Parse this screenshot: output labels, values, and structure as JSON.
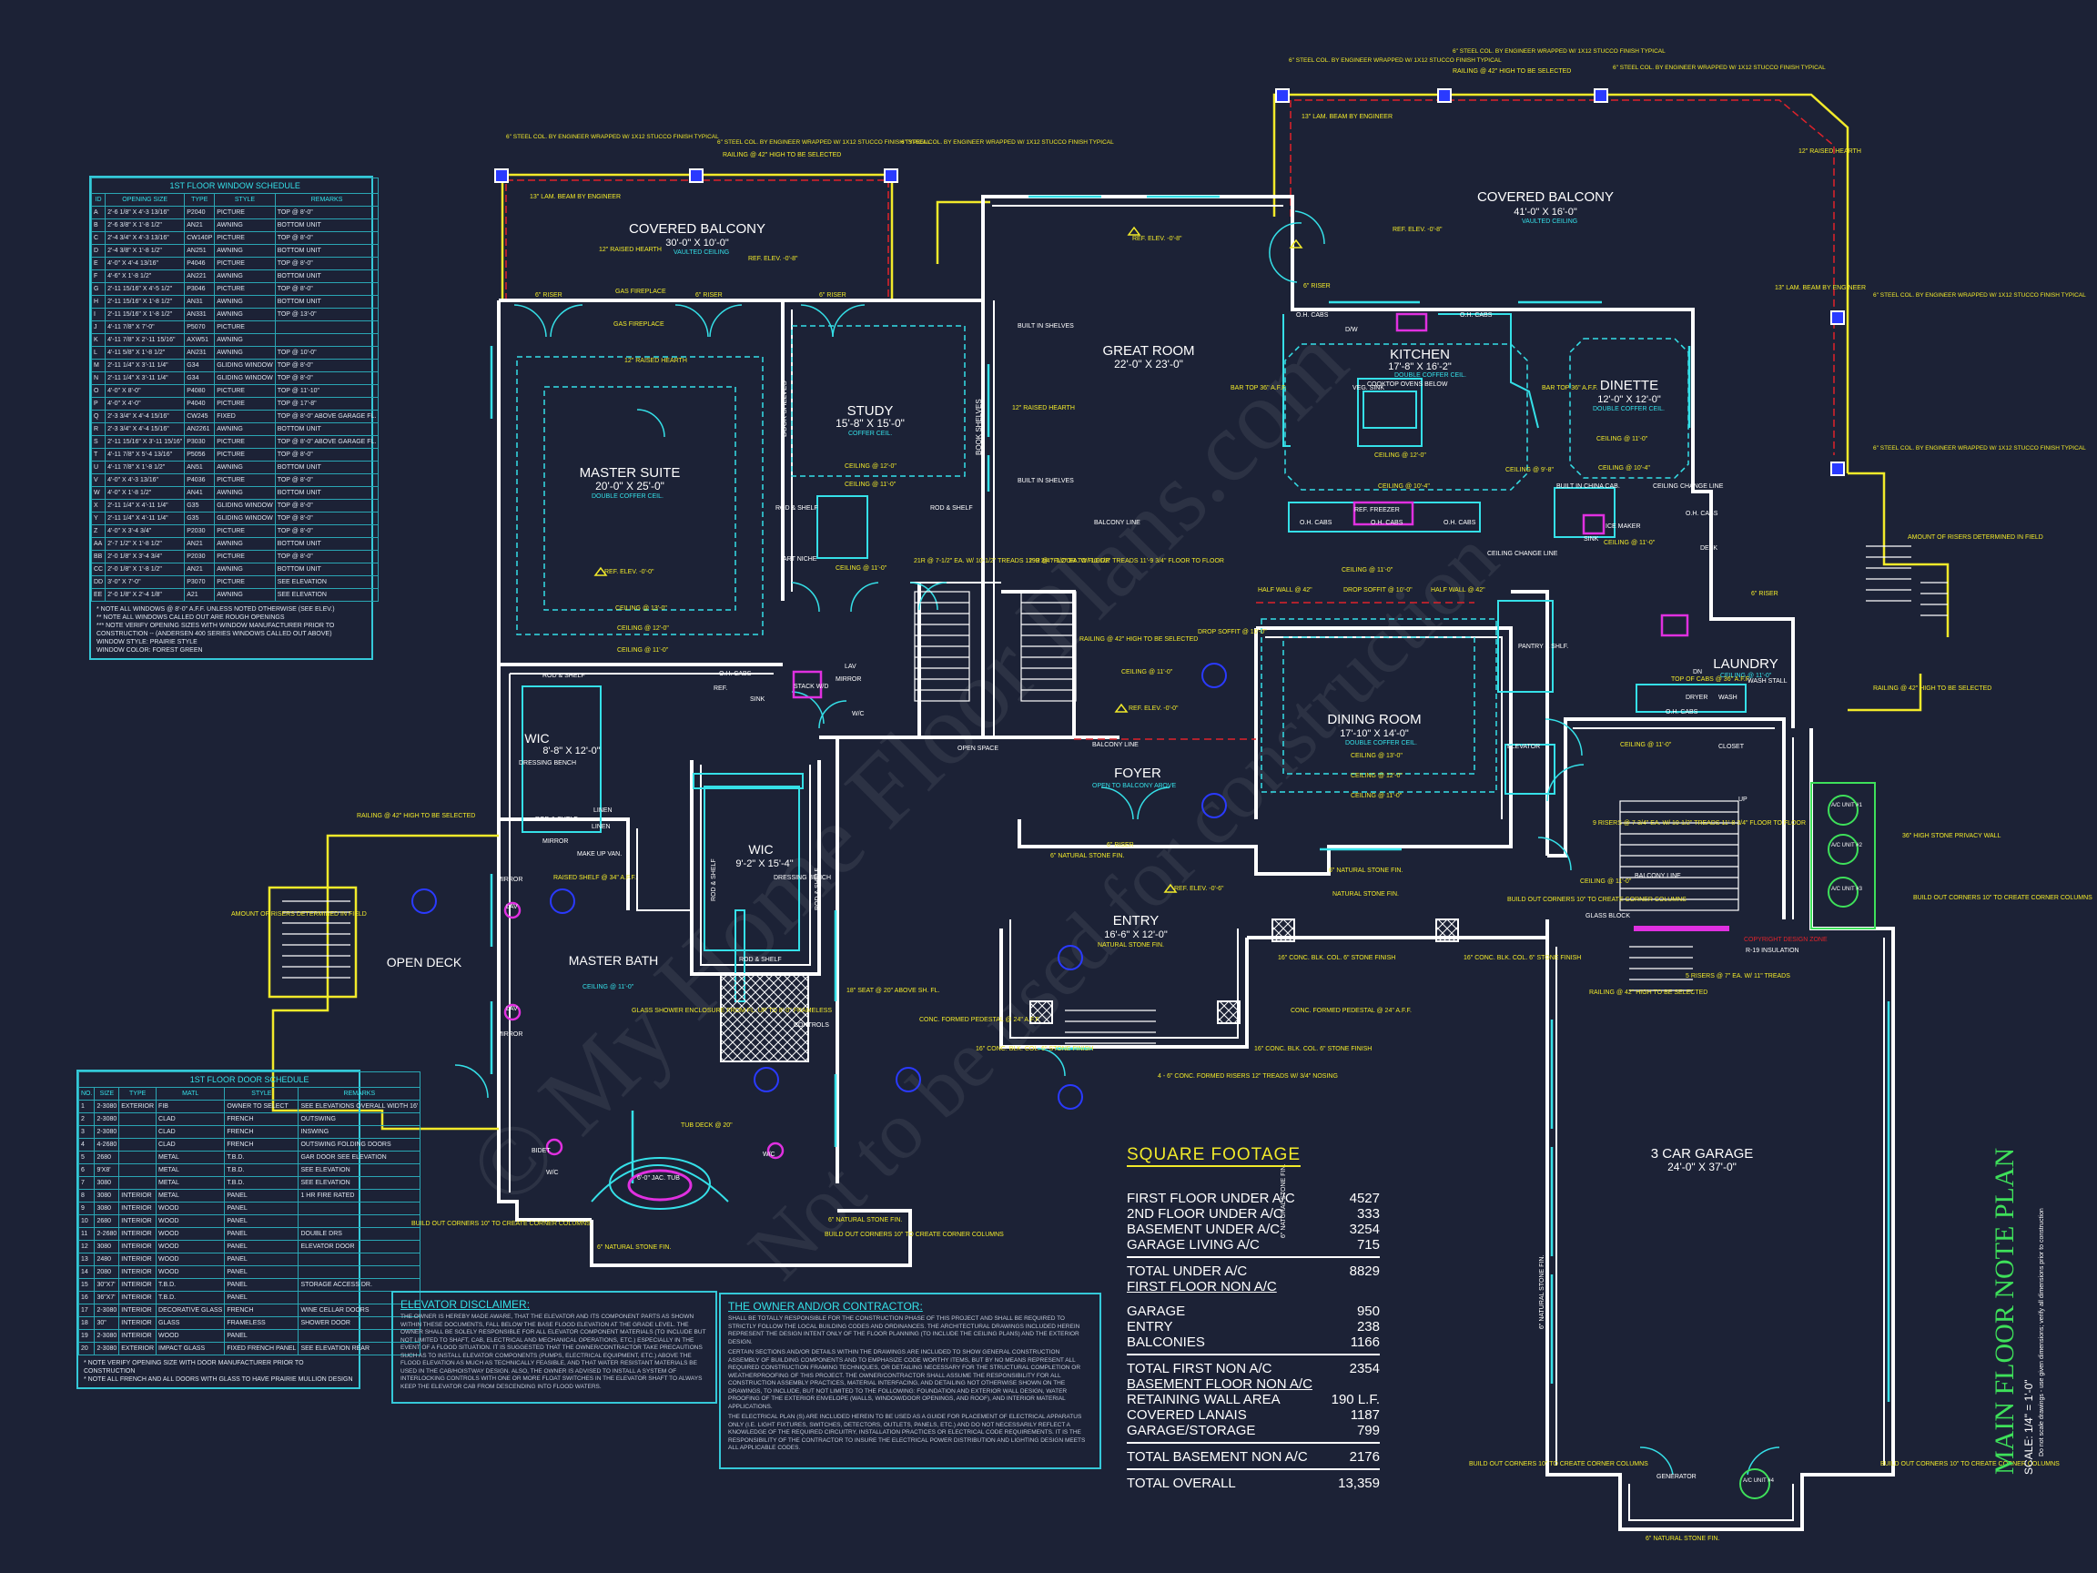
{
  "window_schedule": {
    "title": "1ST FLOOR WINDOW SCHEDULE",
    "headers": [
      "ID",
      "OPENING SIZE",
      "TYPE",
      "STYLE",
      "REMARKS"
    ],
    "rows": [
      [
        "A",
        "2'-6 1/8\" X 4'-3 13/16\"",
        "P2040",
        "PICTURE",
        "TOP @ 8'-0\""
      ],
      [
        "B",
        "2'-6 3/8\" X 1'-8 1/2\"",
        "AN21",
        "AWNING",
        "BOTTOM UNIT"
      ],
      [
        "C",
        "2'-4 3/4\" X 4'-3 13/16\"",
        "CW140P",
        "PICTURE",
        "TOP @ 8'-0\""
      ],
      [
        "D",
        "2'-4 3/8\" X 1'-8 1/2\"",
        "AN251",
        "AWNING",
        "BOTTOM UNIT"
      ],
      [
        "E",
        "4'-0\" X 4'-4 13/16\"",
        "P4046",
        "PICTURE",
        "TOP @ 8'-0\""
      ],
      [
        "F",
        "4'-6\" X 1'-8 1/2\"",
        "AN221",
        "AWNING",
        "BOTTOM UNIT"
      ],
      [
        "G",
        "2'-11 15/16\" X 4'-5 1/2\"",
        "P3046",
        "PICTURE",
        "TOP @ 8'-0\""
      ],
      [
        "H",
        "2'-11 15/16\" X 1'-8 1/2\"",
        "AN31",
        "AWNING",
        "BOTTOM UNIT"
      ],
      [
        "I",
        "2'-11 15/16\" X 1'-8 1/2\"",
        "AN331",
        "AWNING",
        "TOP @ 13'-0\""
      ],
      [
        "J",
        "4'-11 7/8\" X 7'-0\"",
        "P5070",
        "PICTURE",
        ""
      ],
      [
        "K",
        "4'-11 7/8\" X 2'-11 15/16\"",
        "AXW51",
        "AWNING",
        ""
      ],
      [
        "L",
        "4'-11 5/8\" X 1'-8 1/2\"",
        "AN231",
        "AWNING",
        "TOP @ 10'-0\""
      ],
      [
        "M",
        "2'-11 1/4\" X 3'-11 1/4\"",
        "G34",
        "GLIDING WINDOW",
        "TOP @ 8'-0\""
      ],
      [
        "N",
        "2'-11 1/4\" X 3'-11 1/4\"",
        "G34",
        "GLIDING WINDOW",
        "TOP @ 8'-0\""
      ],
      [
        "O",
        "4'-0\" X 8'-0\"",
        "P4080",
        "PICTURE",
        "TOP @ 11'-10\""
      ],
      [
        "P",
        "4'-0\" X 4'-0\"",
        "P4040",
        "PICTURE",
        "TOP @ 17'-8\""
      ],
      [
        "Q",
        "2'-3 3/4\" X 4'-4 15/16\"",
        "CW245",
        "FIXED",
        "TOP @ 8'-0\" ABOVE GARAGE FL."
      ],
      [
        "R",
        "2'-3 3/4\" X 4'-4 15/16\"",
        "AN2261",
        "AWNING",
        "BOTTOM UNIT"
      ],
      [
        "S",
        "2'-11 15/16\" X 3'-11 15/16\"",
        "P3030",
        "PICTURE",
        "TOP @ 8'-0\" ABOVE GARAGE FL."
      ],
      [
        "T",
        "4'-11 7/8\" X 5'-4 13/16\"",
        "P5056",
        "PICTURE",
        "TOP @ 8'-0\""
      ],
      [
        "U",
        "4'-11 7/8\" X 1'-8 1/2\"",
        "AN51",
        "AWNING",
        "BOTTOM UNIT"
      ],
      [
        "V",
        "4'-0\" X 4'-3 13/16\"",
        "P4036",
        "PICTURE",
        "TOP @ 8'-0\""
      ],
      [
        "W",
        "4'-0\" X 1'-8 1/2\"",
        "AN41",
        "AWNING",
        "BOTTOM UNIT"
      ],
      [
        "X",
        "2'-11 1/4\" X 4'-11 1/4\"",
        "G35",
        "GLIDING WINDOW",
        "TOP @ 8'-0\""
      ],
      [
        "Y",
        "2'-11 1/4\" X 4'-11 1/4\"",
        "G35",
        "GLIDING WINDOW",
        "TOP @ 8'-0\""
      ],
      [
        "Z",
        "4'-0\" X 3'-4 3/4\"",
        "P2030",
        "PICTURE",
        "TOP @ 8'-0\""
      ],
      [
        "AA",
        "2'-7 1/2\" X 1'-8 1/2\"",
        "AN21",
        "AWNING",
        "BOTTOM UNIT"
      ],
      [
        "BB",
        "2'-0 1/8\" X 3'-4 3/4\"",
        "P2030",
        "PICTURE",
        "TOP @ 8'-0\""
      ],
      [
        "CC",
        "2'-0 1/8\" X 1'-8 1/2\"",
        "AN21",
        "AWNING",
        "BOTTOM UNIT"
      ],
      [
        "DD",
        "3'-0\" X 7'-0\"",
        "P3070",
        "PICTURE",
        "SEE ELEVATION"
      ],
      [
        "EE",
        "2'-0 1/8\" X 2'-4 1/8\"",
        "A21",
        "AWNING",
        "SEE ELEVATION"
      ]
    ],
    "notes": [
      "* NOTE ALL WINDOWS @ 8'-0\" A.F.F. UNLESS NOTED OTHERWISE (SEE ELEV.)",
      "** NOTE ALL WINDOWS CALLED OUT ARE ROUGH OPENINGS",
      "*** NOTE VERIFY OPENING SIZES WITH WINDOW MANUFACTURER PRIOR TO CONSTRUCTION -- (ANDERSEN 400 SERIES WINDOWS CALLED OUT ABOVE)",
      "WINDOW STYLE: PRAIRIE STYLE",
      "WINDOW COLOR: FOREST GREEN"
    ]
  },
  "door_schedule": {
    "title": "1ST FLOOR DOOR SCHEDULE",
    "headers": [
      "NO.",
      "SIZE",
      "TYPE",
      "MATL",
      "STYLE",
      "REMARKS"
    ],
    "rows": [
      [
        "1",
        "2-3080",
        "EXTERIOR",
        "FIB",
        "OWNER TO SELECT",
        "SEE ELEVATIONS OVERALL WIDTH 16'"
      ],
      [
        "2",
        "2-3080",
        "",
        "CLAD",
        "FRENCH",
        "OUTSWING"
      ],
      [
        "3",
        "2-3080",
        "",
        "CLAD",
        "FRENCH",
        "INSWING"
      ],
      [
        "4",
        "4-2680",
        "",
        "CLAD",
        "FRENCH",
        "OUTSWING FOLDING DOORS"
      ],
      [
        "5",
        "2680",
        "",
        "METAL",
        "T.B.D.",
        "GAR DOOR SEE ELEVATION"
      ],
      [
        "6",
        "9'X8'",
        "",
        "METAL",
        "T.B.D.",
        "SEE ELEVATION"
      ],
      [
        "7",
        "3080",
        "",
        "METAL",
        "T.B.D.",
        "SEE ELEVATION"
      ],
      [
        "8",
        "3080",
        "INTERIOR",
        "METAL",
        "PANEL",
        "1 HR FIRE RATED"
      ],
      [
        "9",
        "3080",
        "INTERIOR",
        "WOOD",
        "PANEL",
        ""
      ],
      [
        "10",
        "2680",
        "INTERIOR",
        "WOOD",
        "PANEL",
        ""
      ],
      [
        "11",
        "2-2680",
        "INTERIOR",
        "WOOD",
        "PANEL",
        "DOUBLE DRS"
      ],
      [
        "12",
        "3080",
        "INTERIOR",
        "WOOD",
        "PANEL",
        "ELEVATOR DOOR"
      ],
      [
        "13",
        "2480",
        "INTERIOR",
        "WOOD",
        "PANEL",
        ""
      ],
      [
        "14",
        "2080",
        "INTERIOR",
        "WOOD",
        "PANEL",
        ""
      ],
      [
        "15",
        "30\"X7'",
        "INTERIOR",
        "T.B.D.",
        "PANEL",
        "STORAGE ACCESS DR."
      ],
      [
        "16",
        "36\"X7'",
        "INTERIOR",
        "T.B.D.",
        "PANEL",
        ""
      ],
      [
        "17",
        "2-3080",
        "INTERIOR",
        "DECORATIVE GLASS",
        "FRENCH",
        "WINE CELLAR DOORS"
      ],
      [
        "18",
        "30\"",
        "INTERIOR",
        "GLASS",
        "FRAMELESS",
        "SHOWER DOOR"
      ],
      [
        "19",
        "2-3080",
        "INTERIOR",
        "WOOD",
        "PANEL",
        ""
      ],
      [
        "20",
        "2-3080",
        "EXTERIOR",
        "IMPACT GLASS",
        "FIXED FRENCH PANEL",
        "SEE ELEVATION REAR"
      ]
    ],
    "notes": [
      "* NOTE VERIFY OPENING SIZE WITH DOOR MANUFACTURER PRIOR TO CONSTRUCTION",
      "* NOTE ALL FRENCH AND ALL DOORS WITH GLASS TO HAVE PRAIRIE MULLION DESIGN"
    ]
  },
  "elevator_disclaimer": {
    "title": "ELEVATOR DISCLAIMER:",
    "body": "THE OWNER IS HEREBY MADE AWARE, THAT THE ELEVATOR AND ITS COMPONENT PARTS AS SHOWN WITHIN THESE DOCUMENTS, FALL BELOW THE BASE FLOOD ELEVATION AT THE GRADE LEVEL. THE OWNER SHALL BE SOLELY RESPONSIBLE FOR ALL ELEVATOR COMPONENT MATERIALS (TO INCLUDE BUT NOT LIMITED TO SHAFT, CAB, ELECTRICAL AND MECHANICAL OPERATIONS, ETC.) ESPECIALLY IN THE EVENT OF A FLOOD SITUATION. IT IS SUGGESTED THAT THE OWNER/CONTRACTOR TAKE PRECAUTIONS SUCH AS TO INSTALL ELEVATOR COMPONENTS (PUMPS, ELECTRICAL EQUIPMENT, ETC.) ABOVE THE FLOOD ELEVATION AS MUCH AS TECHNICALLY FEASIBLE, AND THAT WATER RESISTANT MATERIALS BE USED IN THE CAB/HOISTWAY DESIGN. ALSO, THE OWNER IS ADVISED TO INSTALL A SYSTEM OF INTERLOCKING CONTROLS WITH ONE OR MORE FLOAT SWITCHES IN THE ELEVATOR SHAFT TO ALWAYS KEEP THE ELEVATOR CAB FROM DESCENDING INTO FLOOD WATERS."
  },
  "owner_contractor": {
    "title": "THE OWNER AND/OR CONTRACTOR:",
    "body1": "SHALL BE TOTALLY RESPONSIBLE FOR THE CONSTRUCTION PHASE OF THIS PROJECT AND SHALL BE REQUIRED TO STRICTLY FOLLOW THE LOCAL BUILDING CODES AND ORDINANCES. THE ARCHITECTURAL DRAWINGS INCLUDED HEREIN REPRESENT THE DESIGN INTENT ONLY OF THE FLOOR PLANNING (TO INCLUDE THE CEILING PLANS) AND THE EXTERIOR DESIGN.",
    "body2": "CERTAIN SECTIONS AND/OR DETAILS WITHIN THE DRAWINGS ARE INCLUDED TO SHOW GENERAL CONSTRUCTION ASSEMBLY OF BUILDING COMPONENTS AND TO EMPHASIZE CODE WORTHY ITEMS, BUT BY NO MEANS REPRESENT ALL REQUIRED CONSTRUCTION FRAMING TECHNIQUES, OR DETAILING NECESSARY FOR THE STRUCTURAL COMPLETION OR WEATHERPROOFING OF THIS PROJECT. THE OWNER/CONTRACTOR SHALL ASSUME THE RESPONSIBILITY FOR ALL CONSTRUCTION ASSEMBLY PRACTICES, MATERIAL INTERFACING, AND DETAILING NOT OTHERWISE SHOWN ON THE DRAWINGS, TO INCLUDE, BUT NOT LIMITED TO THE FOLLOWING: FOUNDATION AND EXTERIOR WALL DESIGN, WATER PROOFING OF THE EXTERIOR ENVELOPE (WALLS, WINDOW/DOOR OPENINGS, AND ROOF), AND INTERIOR MATERIAL APPLICATIONS.",
    "body3": "THE ELECTRICAL PLAN (S) ARE INCLUDED HEREIN TO BE USED AS A GUIDE FOR PLACEMENT OF ELECTRICAL APPARATUS ONLY (I.E. LIGHT FIXTURES, SWITCHES, DETECTORS, OUTLETS, PANELS, ETC.) AND DO NOT NECESSARILY REFLECT A KNOWLEDGE OF THE REQUIRED CIRCUITRY, INSTALLATION PRACTICES OR ELECTRICAL CODE REQUIREMENTS. IT IS THE RESPONSIBILITY OF THE CONTRACTOR TO INSURE THE ELECTRICAL POWER DISTRIBUTION AND LIGHTING DESIGN MEETS ALL APPLICABLE CODES."
  },
  "square_footage": {
    "title": "SQUARE FOOTAGE",
    "group1": [
      {
        "label": "FIRST FLOOR UNDER A/C",
        "value": "4527"
      },
      {
        "label": "2ND FLOOR UNDER A/C",
        "value": "333"
      },
      {
        "label": "BASEMENT UNDER A/C",
        "value": "3254"
      },
      {
        "label": "GARAGE LIVING A/C",
        "value": "715"
      }
    ],
    "total_under": {
      "label": "TOTAL UNDER A/C",
      "value": "8829"
    },
    "first_non_heading": "FIRST FLOOR NON A/C",
    "group2": [
      {
        "label": "GARAGE",
        "value": "950"
      },
      {
        "label": "ENTRY",
        "value": "238"
      },
      {
        "label": "BALCONIES",
        "value": "1166"
      }
    ],
    "total_first_non": {
      "label": "TOTAL FIRST NON A/C",
      "value": "2354"
    },
    "basement_non_heading": "BASEMENT FLOOR NON A/C",
    "group3": [
      {
        "label": "RETAINING WALL AREA",
        "value": "190 L.F."
      },
      {
        "label": "COVERED LANAIS",
        "value": "1187"
      },
      {
        "label": "GARAGE/STORAGE",
        "value": "799"
      }
    ],
    "total_basement_non": {
      "label": "TOTAL BASEMENT NON A/C",
      "value": "2176"
    },
    "total_overall": {
      "label": "TOTAL OVERALL",
      "value": "13,359"
    }
  },
  "plan_title": {
    "title": "MAIN FLOOR NOTE PLAN",
    "scale": "SCALE: 1/4\" = 1'-0\"",
    "disclaimer": "Do not scale drawings - use given dimensions; verify all dimensions prior to construction"
  },
  "rooms": {
    "covered_balcony_left": {
      "name": "COVERED BALCONY",
      "dim": "30'-0\" X 10'-0\"",
      "note": "VAULTED CEILING"
    },
    "covered_balcony_right": {
      "name": "COVERED BALCONY",
      "dim": "41'-0\" X 16'-0\"",
      "note": "VAULTED CEILING"
    },
    "great_room": {
      "name": "GREAT ROOM",
      "dim": "22'-0\" X 23'-0\""
    },
    "kitchen": {
      "name": "KITCHEN",
      "dim": "17'-8\" X 16'-2\"",
      "note": "DOUBLE COFFER CEIL."
    },
    "dinette": {
      "name": "DINETTE",
      "dim": "12'-0\" X 12'-0\"",
      "note": "DOUBLE COFFER CEIL."
    },
    "study": {
      "name": "STUDY",
      "dim": "15'-8\" X 15'-0\"",
      "note": "COFFER CEIL."
    },
    "master_suite": {
      "name": "MASTER SUITE",
      "dim": "20'-0\" X 25'-0\"",
      "note": "DOUBLE COFFER CEIL."
    },
    "wic_left": {
      "name": "WIC",
      "dim": "8'-8\" X 12'-0\""
    },
    "wic_center": {
      "name": "WIC",
      "dim": "9'-2\" X 15'-4\""
    },
    "master_bath": {
      "name": "MASTER BATH",
      "note": "CEILING @ 11'-0\""
    },
    "open_deck": {
      "name": "OPEN DECK"
    },
    "foyer": {
      "name": "FOYER",
      "note": "OPEN TO BALCONY ABOVE"
    },
    "dining_room": {
      "name": "DINING ROOM",
      "dim": "17'-10\" X 14'-0\"",
      "note": "DOUBLE COFFER CEIL."
    },
    "entry": {
      "name": "ENTRY",
      "dim": "16'-6\" X 12'-0\"",
      "note": "NATURAL STONE FIN."
    },
    "laundry": {
      "name": "LAUNDRY",
      "note": "CEILING @ 11'-0\""
    },
    "garage": {
      "name": "3 CAR GARAGE",
      "dim": "24'-0\" X 37'-0\""
    },
    "elevator": {
      "name": "ELEVATOR"
    },
    "pantry": {
      "name": "PANTRY & SHLF."
    },
    "closet": {
      "name": "CLOSET"
    },
    "desk": {
      "name": "DESK"
    },
    "generator": {
      "name": "GENERATOR"
    }
  },
  "callouts": {
    "steel_col": "6\" STEEL COL. BY ENGINEER WRAPPED W/ 1X12 STUCCO FINISH TYPICAL",
    "lam_beam": "13\" LAM. BEAM BY ENGINEER",
    "railing": "RAILING @ 42\" HIGH TO BE SELECTED",
    "ref_elev_8": "REF. ELEV. -0'-8\"",
    "ref_elev_0": "REF. ELEV. -0'-0\"",
    "ref_elev_6": "REF. ELEV. -0'-6\"",
    "ceiling_11": "CEILING @ 11'-0\"",
    "ceiling_12": "CEILING @ 12'-0\"",
    "ceiling_13": "CEILING @ 13'-0\"",
    "ceiling_10_4": "CEILING @ 10'-4\"",
    "ceiling_9_8": "CEILING @ 9'-8\"",
    "riser_6": "6\" RISER",
    "balcony_line": "BALCONY LINE",
    "ceiling_change": "CEILING CHANGE LINE",
    "natural_stone": "6\" NATURAL STONE FIN.",
    "natural_stone_fin": "NATURAL STONE FIN.",
    "build_out": "BUILD OUT CORNERS 10\" TO CREATE CORNER COLUMNS",
    "amount_risers": "AMOUNT OF RISERS DETERMINED IN FIELD",
    "book_shelves": "BOOK SHELVES",
    "built_in_shelves": "BUILT IN SHELVES",
    "gas_fireplace": "GAS FIREPLACE",
    "raised_hearth": "12\" RAISED HEARTH",
    "rod_shelf": "ROD & SHELF",
    "oh_cabs": "O.H. CABS",
    "ref": "REF.",
    "sink": "SINK",
    "stack": "STACK W/D",
    "dw": "D/W",
    "cooktop": "COOKTOP OVENS BELOW",
    "veg_sink": "VEG. SINK",
    "bar_top": "BAR TOP 36\" A.F.F.",
    "ref_freezer": "REF. FREEZER",
    "china_cab": "BUILT IN CHINA CAB.",
    "ice_maker": "ICE MAKER",
    "half_wall": "HALF WALL @ 42\"",
    "drop_soffit": "DROP SOFFIT @ 10'-0\"",
    "stair_up": "21R @ 7-1/2\" EA. W/ 10-1/2\" TREADS 12'-9 3/4\" FLOOR TO FLOOR",
    "stair_down": "19R @ 7-1/2\" EA. W/ 10-1/2\" TREADS 11'-9 3/4\" FLOOR TO FLOOR",
    "open_space": "OPEN SPACE",
    "conc_col": "16\" CONC. BLK. COL. 6\" STONE FINISH",
    "conc_pedestal": "CONC. FORMED PEDESTAL @ 24\" A.F.F.",
    "conc_risers": "4 - 6\" CONC. FORMED RISERS 12\" TREADS W/ 3/4\" NOSING",
    "tub": "6'-0\" JAC. TUB",
    "tub_deck": "TUB DECK @ 20\"",
    "glass_shower": "GLASS SHOWER ENCLOSURE FROM FL. UP TO 8'-0\" FRAMELESS",
    "seat": "18\" SEAT @ 20\" ABOVE SH. FL.",
    "controls": "CONTROLS",
    "bidet": "BIDET",
    "wc": "W/C",
    "lav": "LAV",
    "mirror": "MIRROR",
    "makeup": "MAKE UP VAN.",
    "raised_bench": "RAISED SHELF @ 34\" A.F.F.",
    "bench": "DRESSING BENCH",
    "linen": "LINEN",
    "art_niche": "ART NICHE",
    "glass_block": "GLASS BLOCK",
    "stone_wall": "36\" HIGH STONE PRIVACY WALL",
    "ac_unit_1": "A/C UNIT #1",
    "ac_unit_2": "A/C UNIT #2",
    "ac_unit_3": "A/C UNIT #3",
    "ac_unit_4": "A/C UNIT #4",
    "insulation": "R-19 INSULATION",
    "dryer": "DRYER",
    "wash": "WASH",
    "wash_sink": "WASH STALL",
    "top_cabs": "TOP OF CABS @ 36\" A.F.F.",
    "stair_garage": "5 RISERS @ 7\" EA. W/ 11\" TREADS",
    "stair_garage2": "9 RISERS @ 7-3/4\" EA. W/ 10-1/2\" TREADS 11'-8 3/4\" FLOOR TO FLOOR",
    "copyright": "COPYRIGHT DESIGN ZONE",
    "up": "UP",
    "dn": "DN",
    "linen_closet": "LINEN"
  },
  "watermark": {
    "line1": "© My Home Floor Plans.com",
    "line2": "Not to be used for construction"
  },
  "colors": {
    "background": "#1c2236",
    "wall": "#ffffff",
    "cyan": "#35e0e8",
    "yellow": "#f2ea2a",
    "red": "#e0222a",
    "magenta": "#e030e0",
    "green": "#3ee05a",
    "blue": "#2a3aff"
  }
}
